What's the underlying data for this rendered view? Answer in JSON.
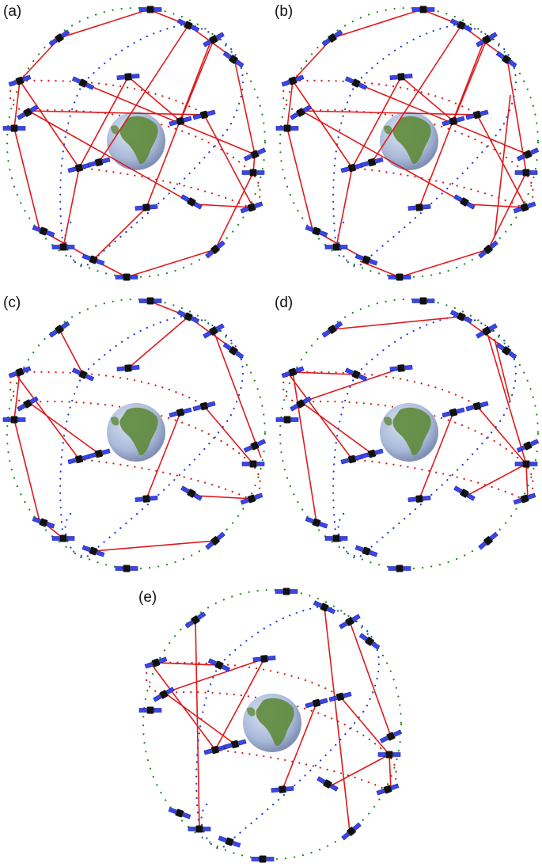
{
  "panels": [
    {
      "label": "(a)"
    },
    {
      "label": "(b)"
    },
    {
      "label": "(c)"
    },
    {
      "label": "(d)"
    },
    {
      "label": "(e)"
    }
  ],
  "colors": {
    "link": "#e0191c",
    "orbit_green": "#1e8a1e",
    "orbit_blue": "#1f3bd6",
    "orbit_red": "#d61919",
    "panel_blue": "#3a46e8",
    "panel_blue_dark": "#1b23a8",
    "body": "#111111",
    "earth_land": "#5f8a3a",
    "earth_ocean": "#a9b9d8"
  }
}
